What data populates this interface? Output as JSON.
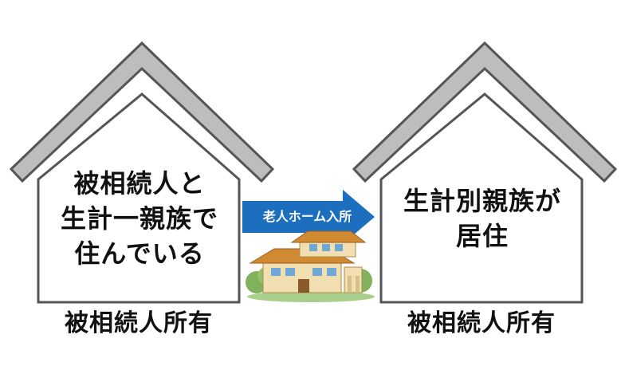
{
  "left_house": {
    "lines": [
      "被相続人と",
      "生計一親族で",
      "住んでいる"
    ],
    "owner_label": "被相続人所有"
  },
  "arrow": {
    "label": "老人ホーム入所",
    "color": "#1b6fbe"
  },
  "right_house": {
    "lines": [
      "生計別親族が",
      "居住"
    ],
    "owner_label": "被相続人所有"
  },
  "colors": {
    "house_outline": "#555555",
    "roof_fill": "#bdbdbd",
    "building_wall": "#f1dfb2",
    "building_roof": "#d08a32",
    "greenery": "#7fb25a"
  }
}
